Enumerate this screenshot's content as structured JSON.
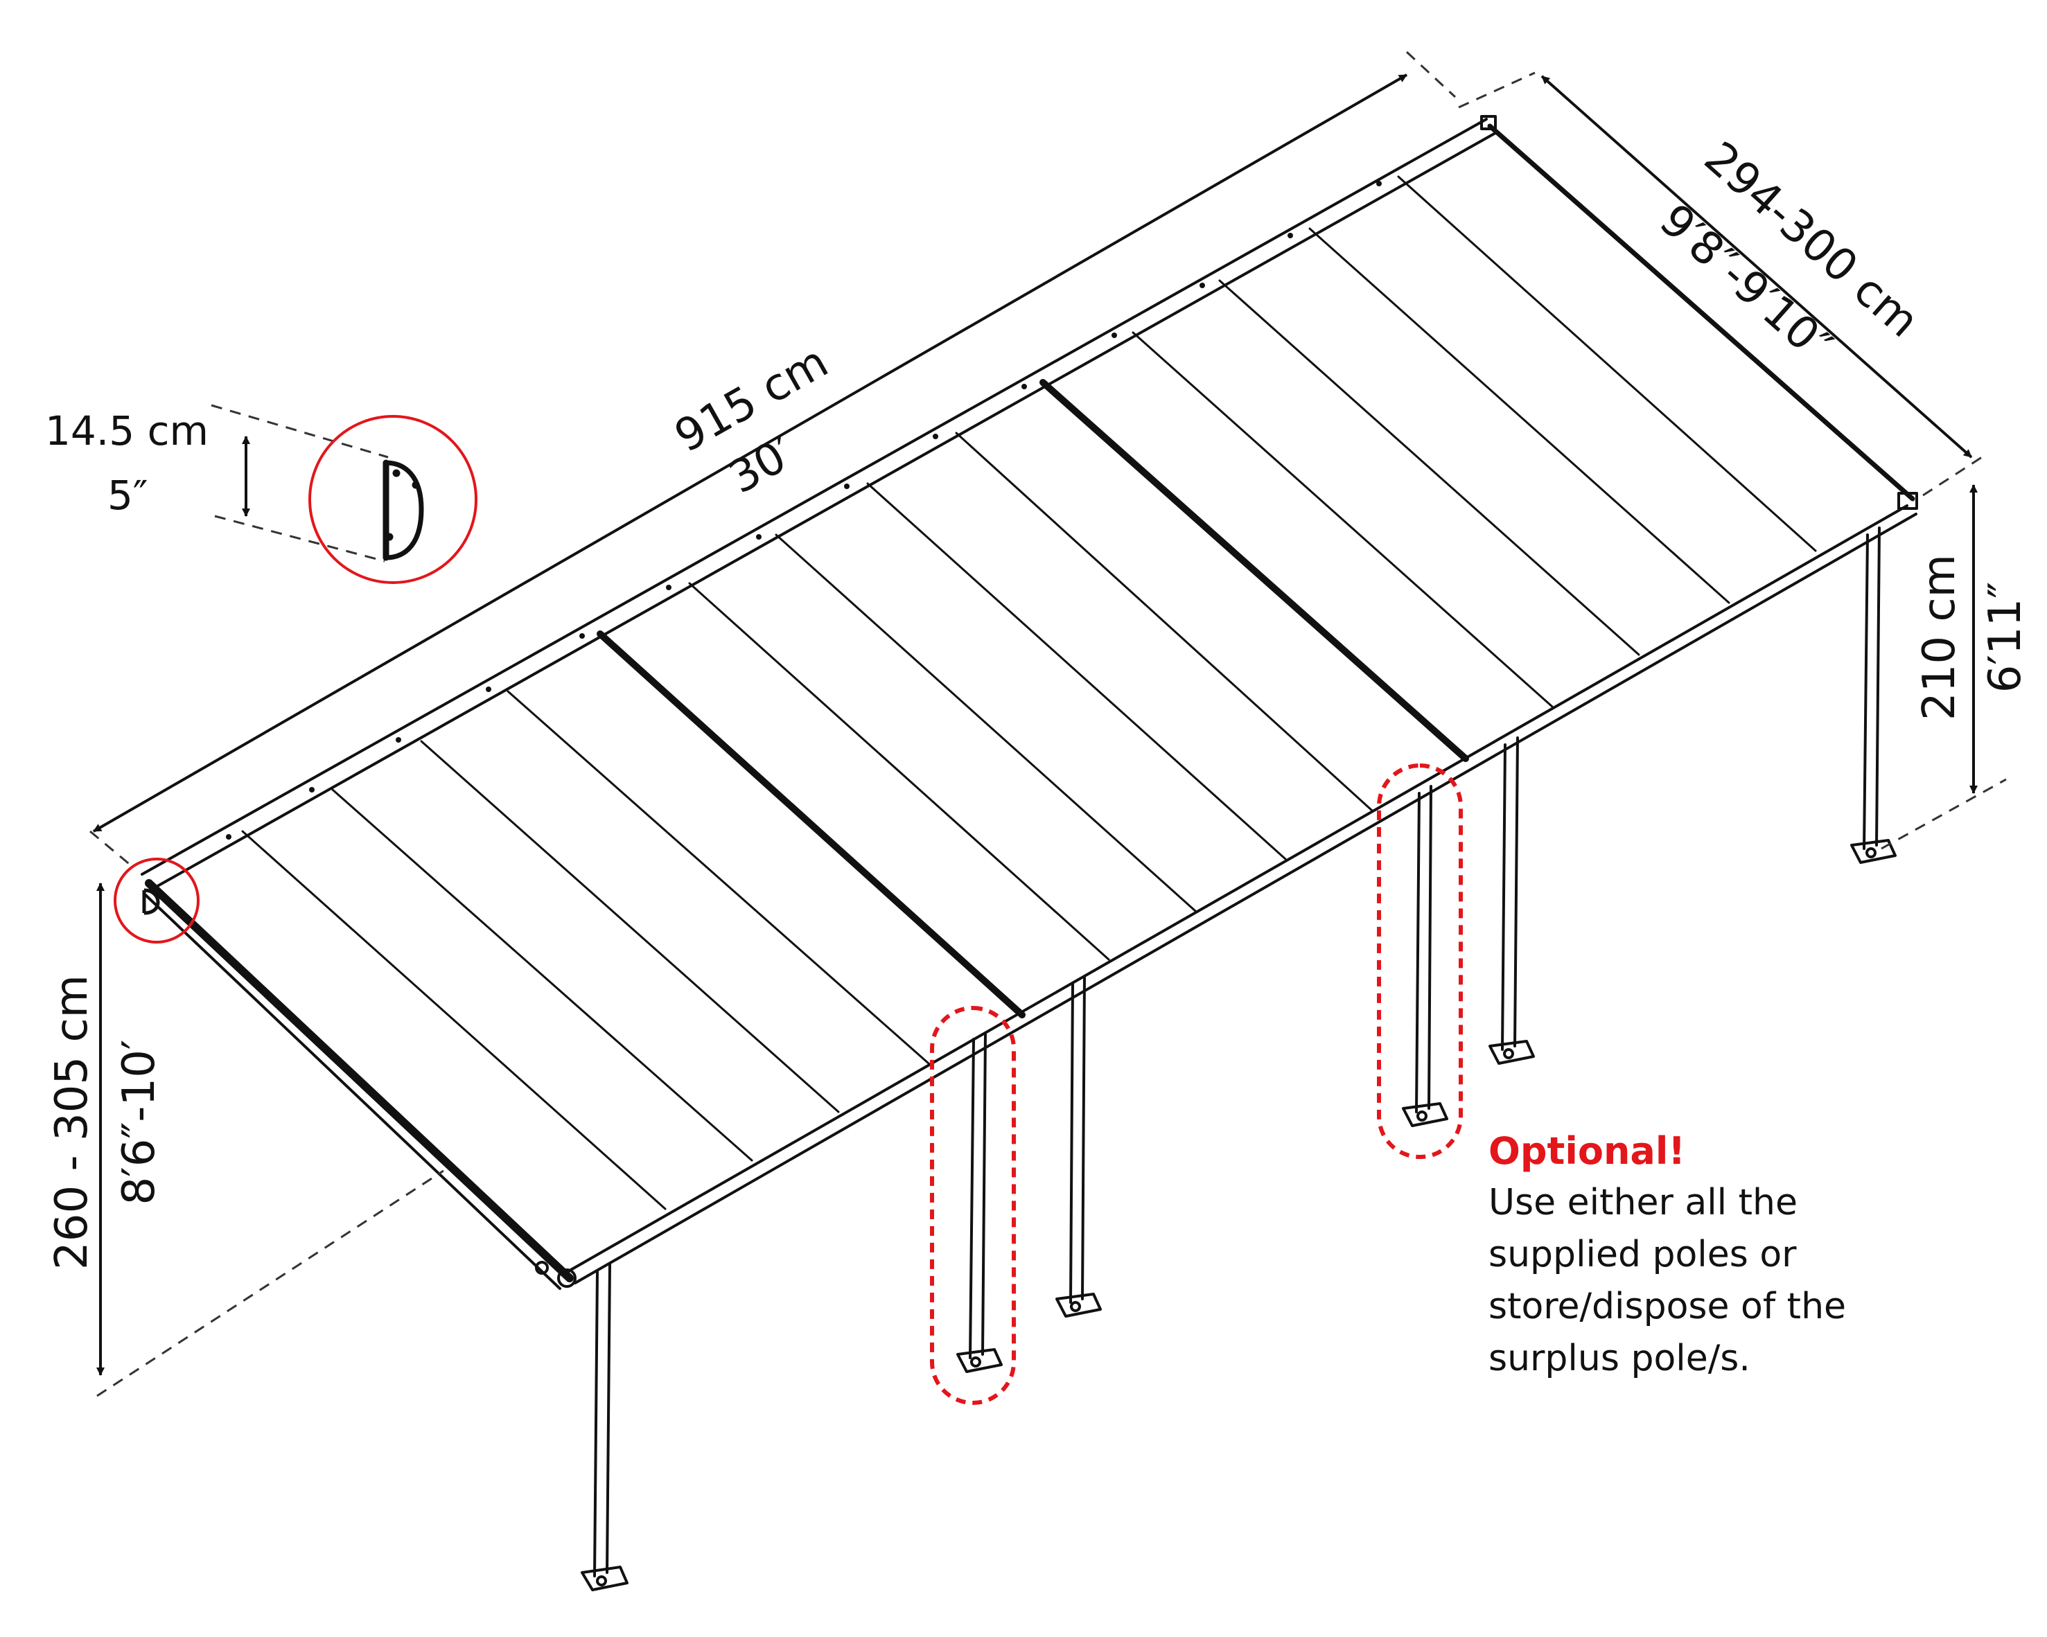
{
  "dimensions": {
    "length_metric": "915 cm",
    "length_imperial": "30′",
    "width_metric": "294-300 cm",
    "width_imperial": "9′8″-9′10″",
    "front_height_metric": "260 - 305 cm",
    "front_height_imperial": "8′6″-10′",
    "back_height_metric": "210 cm",
    "back_height_imperial": "6′11″",
    "profile_metric": "14.5 cm",
    "profile_imperial": "5″"
  },
  "note": {
    "title": "Optional!",
    "lines": [
      "Use either all the",
      "supplied poles or",
      "store/dispose of the",
      "surplus pole/s."
    ]
  },
  "colors": {
    "line": "#111111",
    "highlight": "#e3161b"
  },
  "icons": {
    "profile_detail": "gutter-profile-icon"
  }
}
